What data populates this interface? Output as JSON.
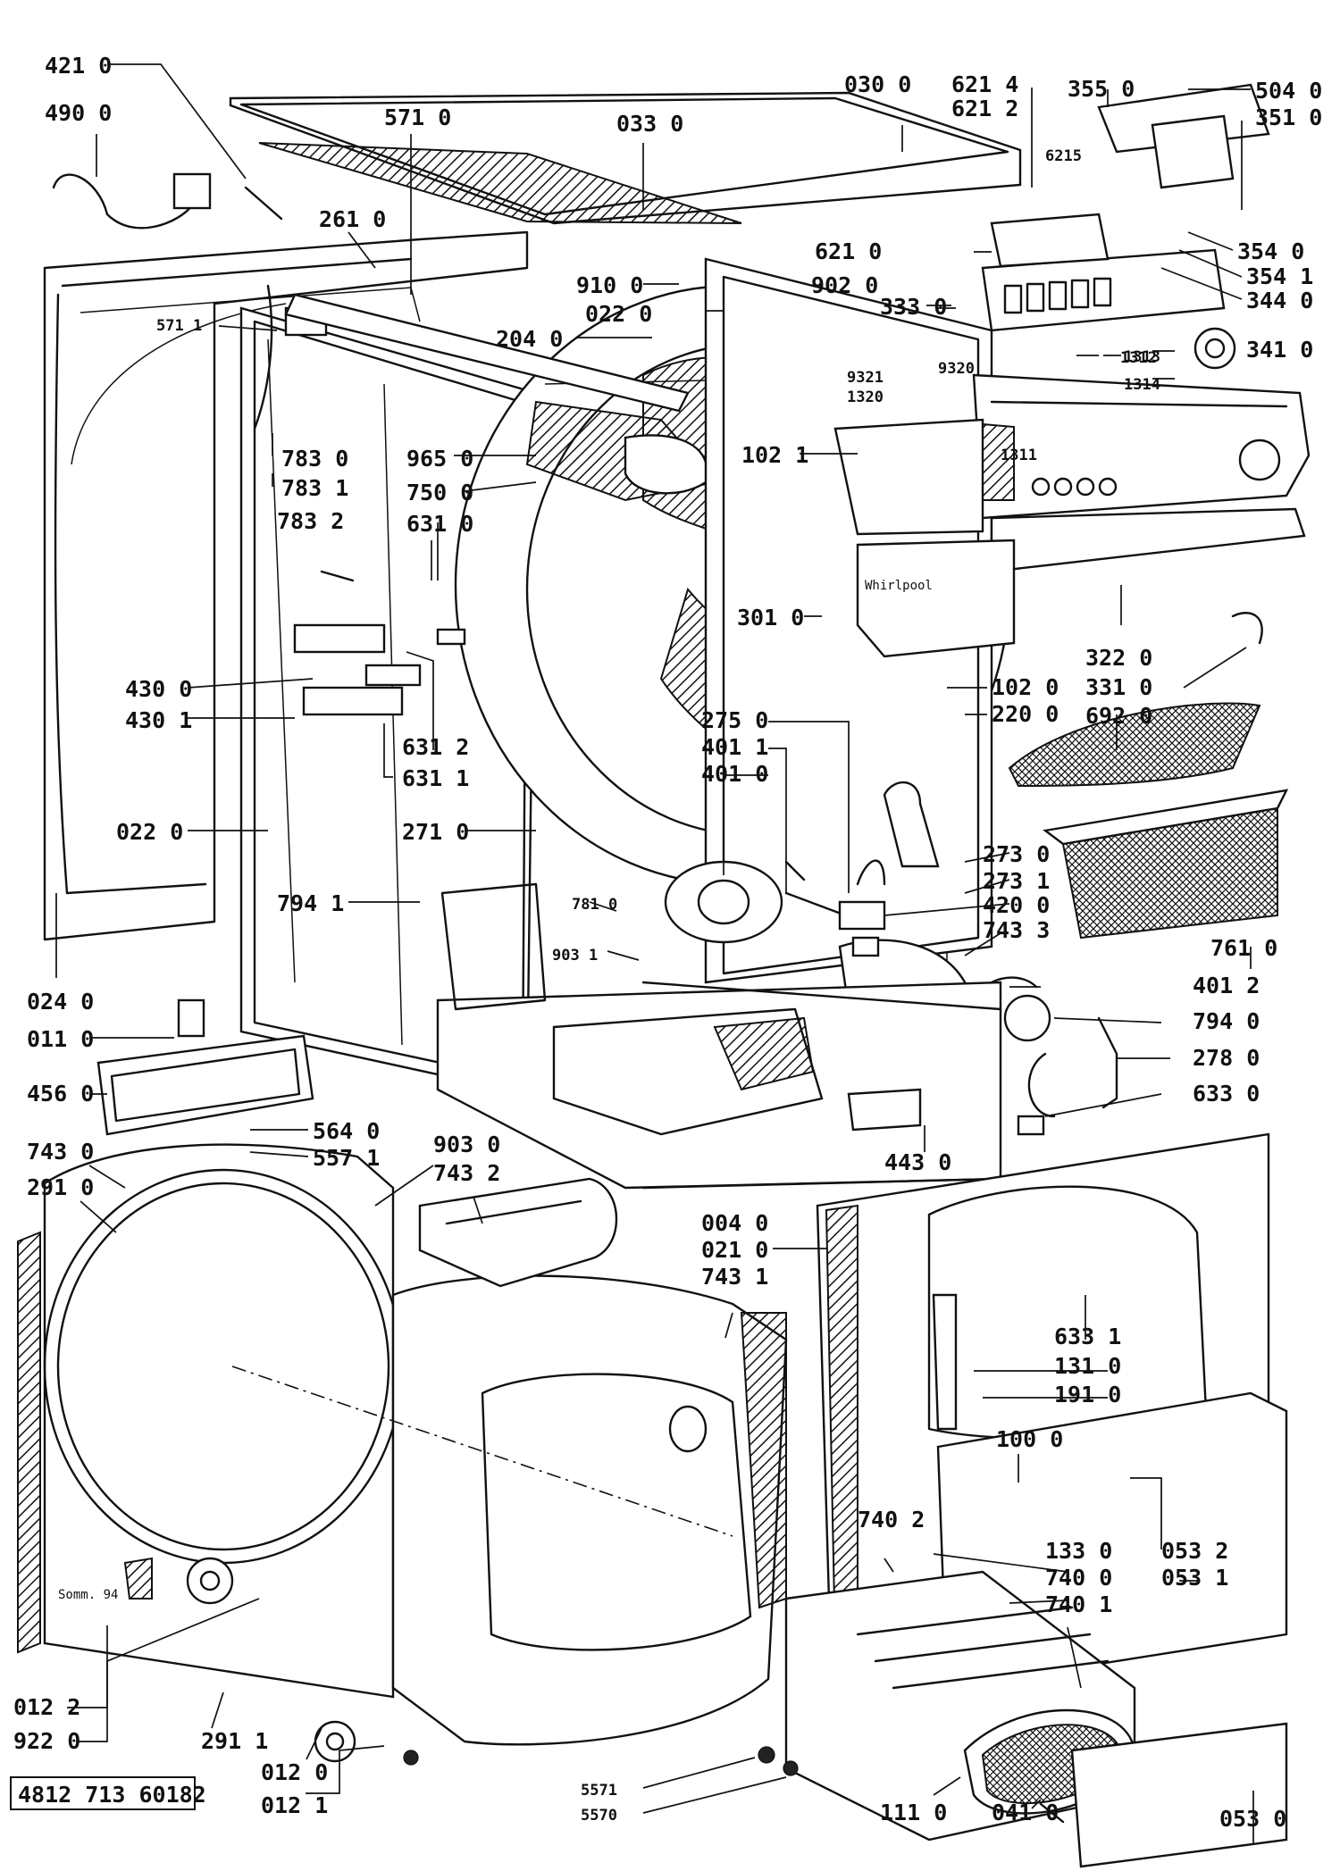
{
  "labels": [
    "421 0",
    "490 0",
    "571 0",
    "033 0",
    "030 0",
    "621 4",
    "621 2",
    "355 0",
    "504 0",
    "351 0",
    "6215",
    "354 0",
    "354 1",
    "344 0",
    "261 0",
    "571 1",
    "910 0",
    "902 0",
    "621 0",
    "022 0",
    "333 0",
    "204 0",
    "1313",
    "1312",
    "341 0",
    "9321",
    "9320",
    "1314",
    "1320",
    "1311",
    "965 0",
    "102 1",
    "750 0",
    "783 0",
    "783 1",
    "783 2",
    "631 0",
    "301 0",
    "322 0",
    "331 0",
    "692 0",
    "430 0",
    "430 1",
    "631 2",
    "631 1",
    "102 0",
    "220 0",
    "275 0",
    "401 1",
    "401 0",
    "022 0",
    "271 0",
    "273 0",
    "273 1",
    "420 0",
    "743 3",
    "761 0",
    "781 0",
    "794 1",
    "903 1",
    "401 2",
    "024 0",
    "011 0",
    "794 0",
    "278 0",
    "633 0",
    "456 0",
    "443 0",
    "564 0",
    "557 1",
    "743 0",
    "903 0",
    "291 0",
    "743 2",
    "004 0",
    "021 0",
    "743 1",
    "633 1",
    "131 0",
    "191 0",
    "100 0",
    "740 2",
    "133 0",
    "740 0",
    "053 2",
    "740 1",
    "053 1",
    "012 2",
    "922 0",
    "291 1",
    "012 0",
    "012 1",
    "4812 713 60182",
    "5571",
    "5570",
    "111 0",
    "041 0",
    "053 0"
  ],
  "embedded_marks": {
    "brand_plate": "Whirlpool",
    "dryer_front_badge": "Somm. 94"
  }
}
